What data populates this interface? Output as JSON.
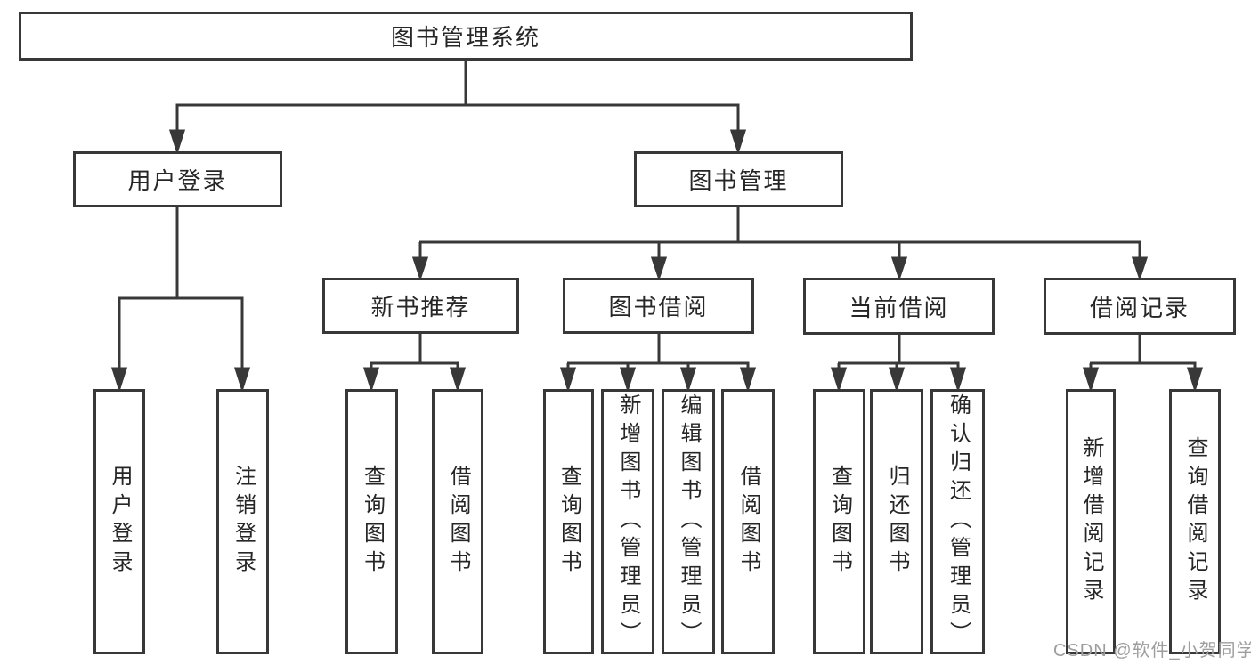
{
  "tree": {
    "root": {
      "label": "图书管理系统"
    },
    "level2": [
      {
        "label": "用户登录"
      },
      {
        "label": "图书管理"
      }
    ],
    "level3": [
      {
        "label": "新书推荐"
      },
      {
        "label": "图书借阅"
      },
      {
        "label": "当前借阅"
      },
      {
        "label": "借阅记录"
      }
    ],
    "leaves": {
      "user_login": [
        "用户登录",
        "注销登录"
      ],
      "new_book_recommend": [
        "查询图书",
        "借阅图书"
      ],
      "book_borrow": [
        "查询图书",
        "新增图书（管理员）",
        "编辑图书（管理员）",
        "借阅图书"
      ],
      "current_borrow": [
        "查询图书",
        "归还图书",
        "确认归还（管理员）"
      ],
      "borrow_record": [
        "新增借阅记录",
        "查询借阅记录"
      ]
    }
  },
  "watermark": {
    "text": "CSDN @软件_小贺同学",
    "color": "#9e9e9e"
  },
  "colors": {
    "line": "#383838",
    "text": "#262626",
    "background": "#ffffff"
  }
}
